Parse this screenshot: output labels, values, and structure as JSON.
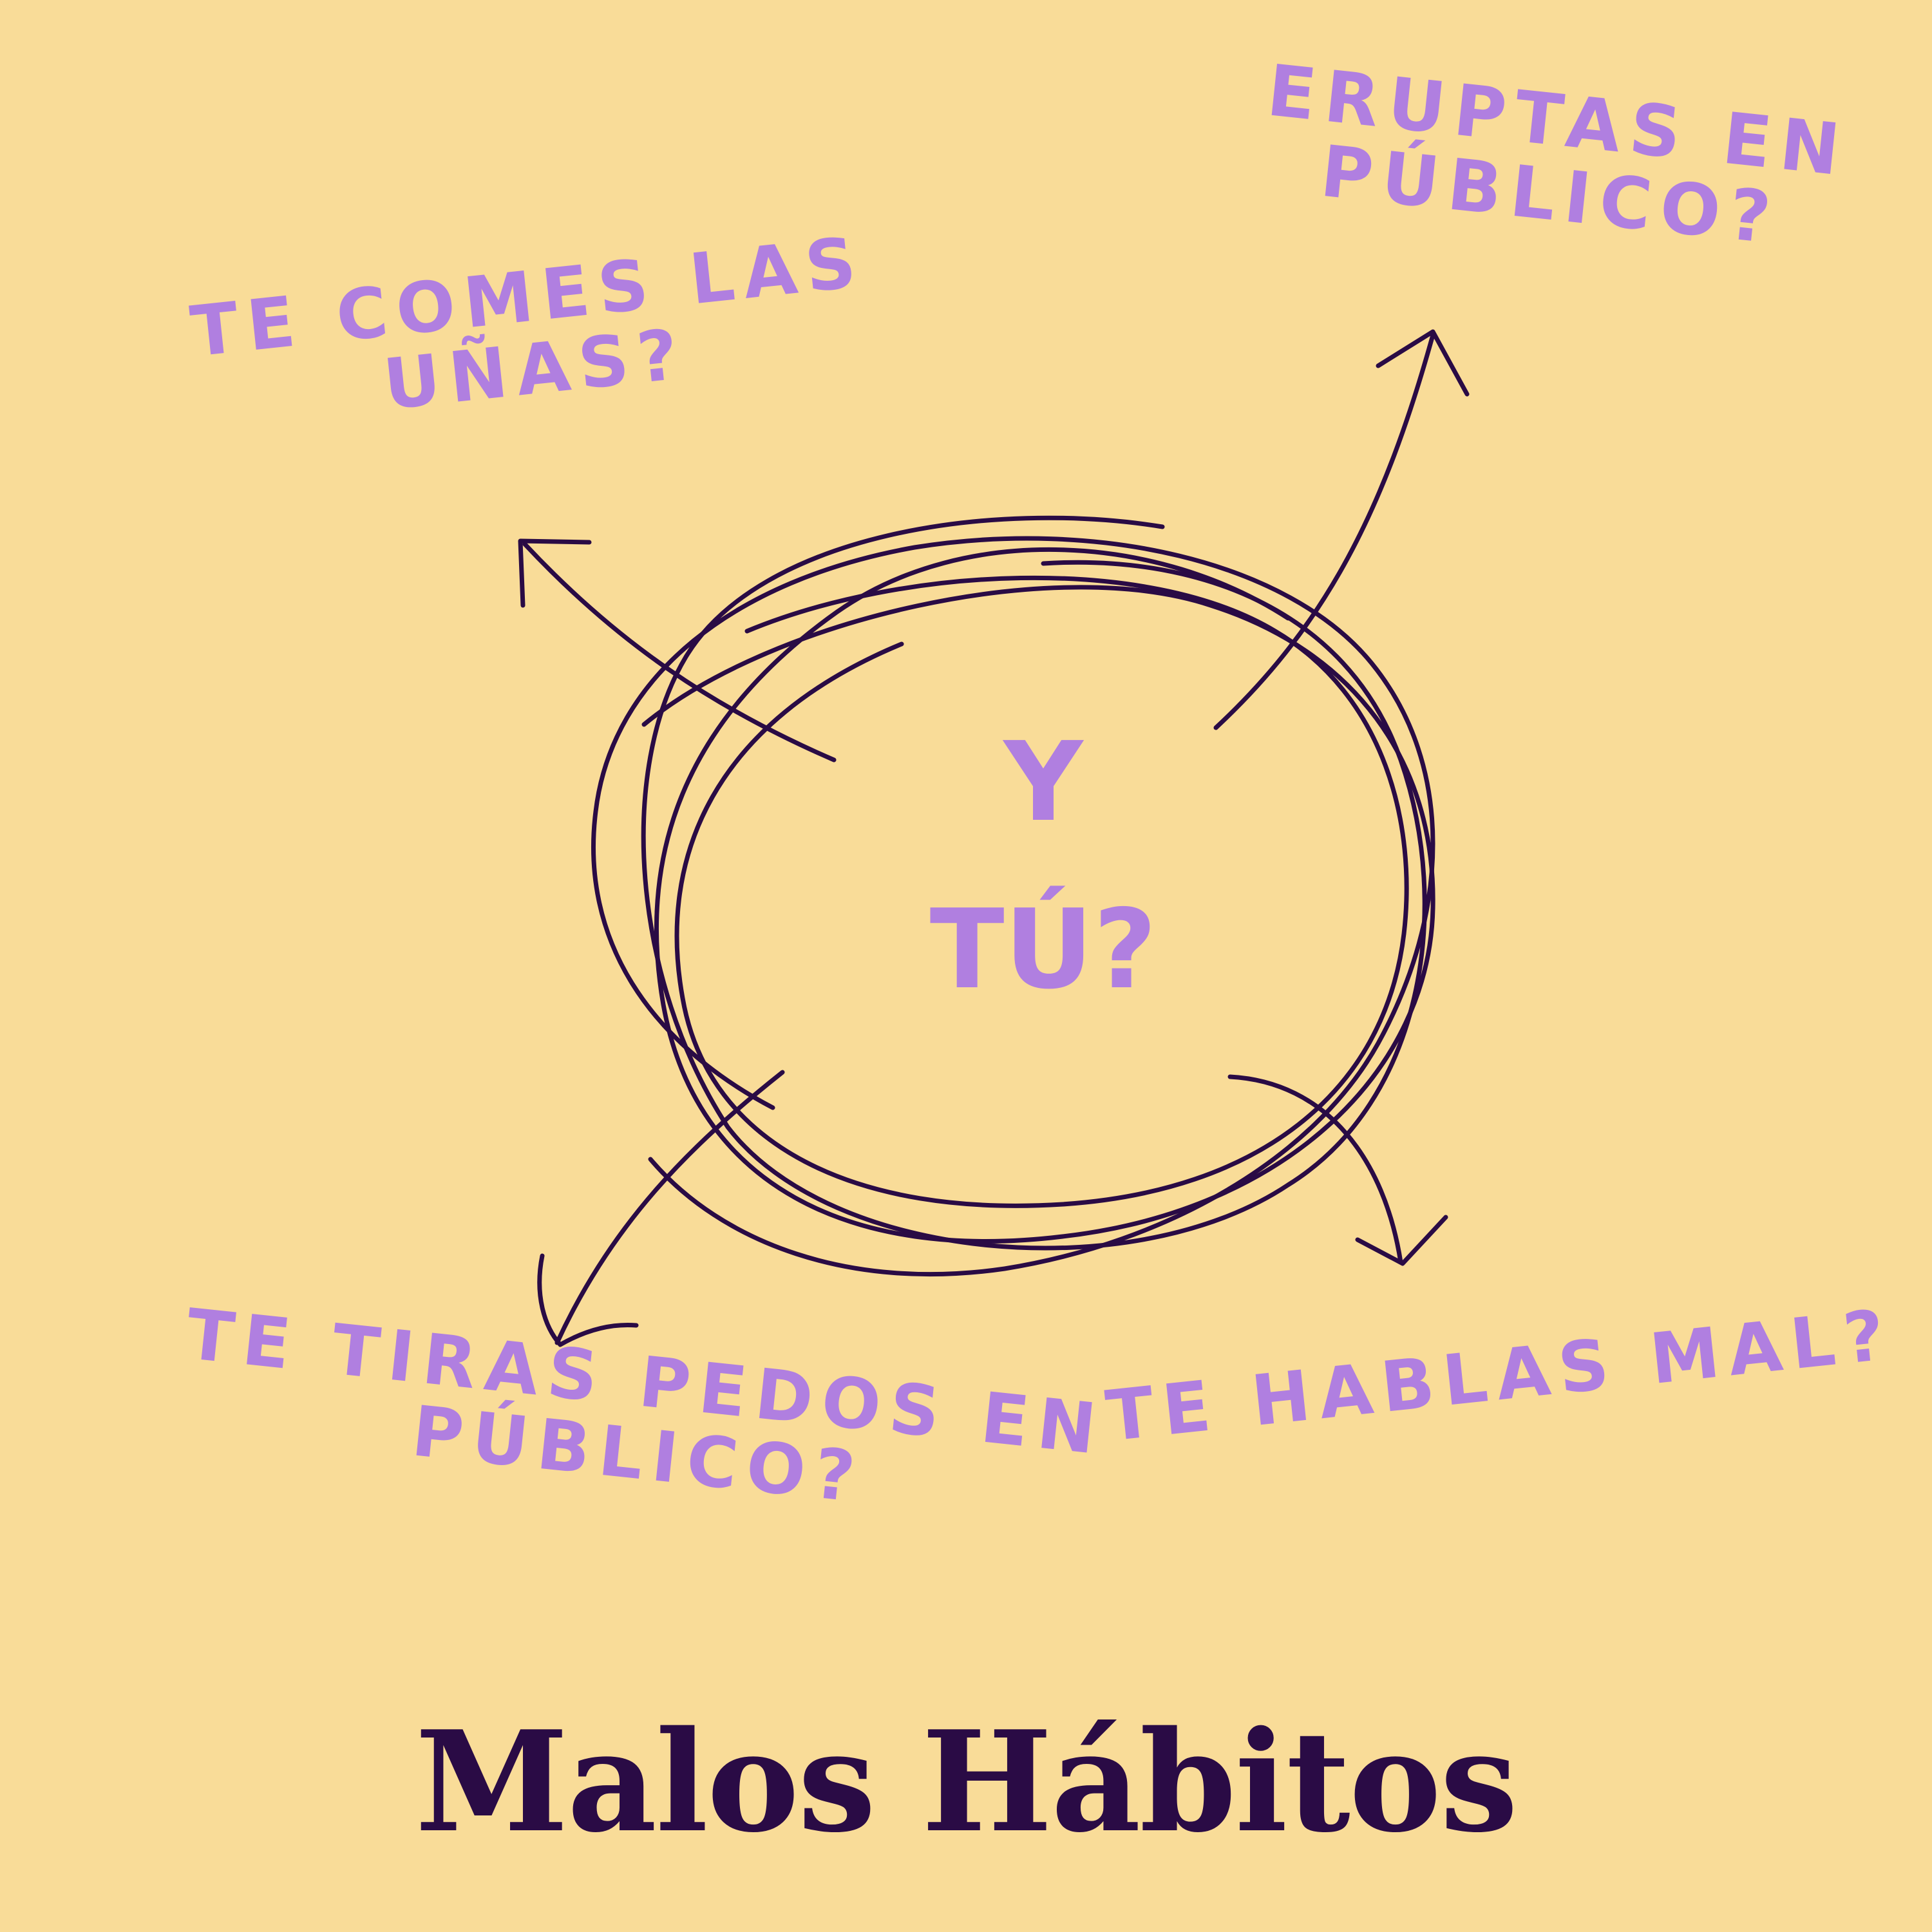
{
  "questions": {
    "nails": [
      "TE COMES LAS",
      "UÑAS?"
    ],
    "burps": [
      "ERUPTAS EN",
      "PÚBLICO?"
    ],
    "farts": [
      "TE TIRAS PEDOS EN",
      "PÚBLICO?"
    ],
    "self_talk": [
      "TE HABLAS MAL?"
    ]
  },
  "center": [
    "Y",
    "TÚ?"
  ],
  "title": "Malos Hábitos",
  "colors": {
    "background": "#f9dc98",
    "question_text": "#b07fe0",
    "ink": "#2a0b45"
  }
}
